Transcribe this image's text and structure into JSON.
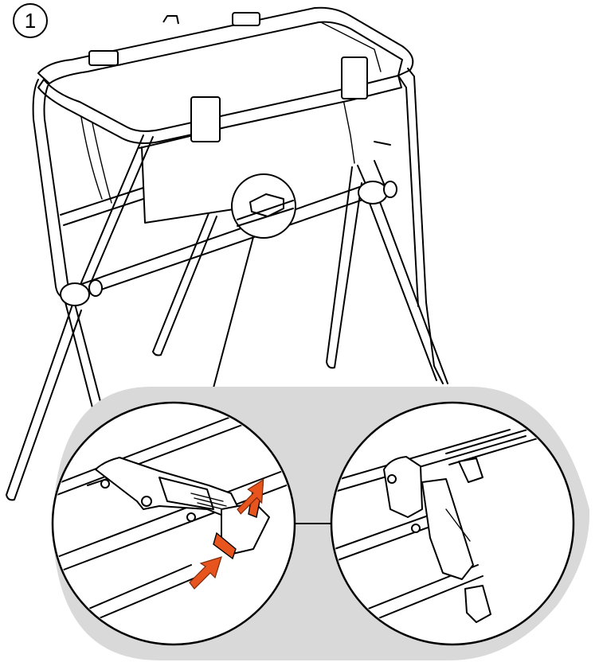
{
  "step": {
    "number": "1"
  },
  "colors": {
    "background": "#ffffff",
    "line": "#000000",
    "callout_panel": "#d9d9d9",
    "arrow_accent": "#e8541e"
  },
  "icons": {
    "step_badge": "circled-number",
    "press_arrows": "orange-arrow"
  }
}
